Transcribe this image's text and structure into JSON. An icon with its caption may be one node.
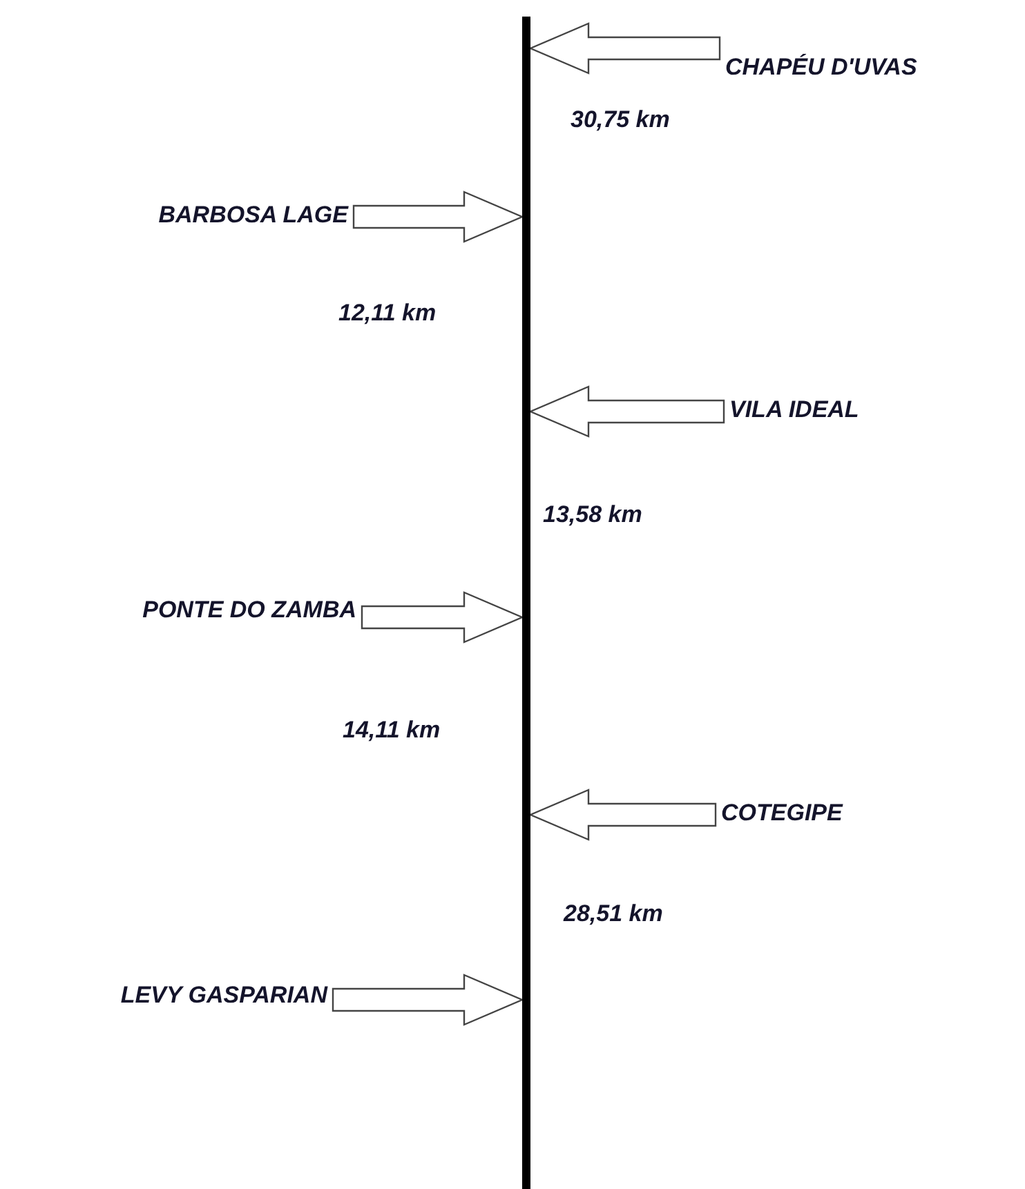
{
  "diagram": {
    "nodes": [
      {
        "text": [],
        "shape": "bar"
      },
      {
        "text": [
          "CHAPÉU D'UVAS"
        ]
      },
      {
        "text": [
          "BARBOSA LAGE"
        ]
      },
      {
        "text": [
          "VILA IDEAL"
        ]
      },
      {
        "text": [
          "PONTE DO ZAMBA"
        ]
      },
      {
        "text": [
          "COTEGIPE"
        ]
      },
      {
        "text": [
          "LEVY GASPARIAN"
        ]
      }
    ],
    "edges": [
      {
        "from": 1,
        "to": 0,
        "arrow": "to"
      },
      {
        "from": 2,
        "to": 0,
        "arrow": "to"
      },
      {
        "from": 3,
        "to": 0,
        "arrow": "to"
      },
      {
        "from": 4,
        "to": 0,
        "arrow": "to"
      },
      {
        "from": 5,
        "to": 0,
        "arrow": "to"
      },
      {
        "from": 6,
        "to": 0,
        "arrow": "to"
      }
    ],
    "labels": [
      "30,75 km",
      "12,11 km",
      "13,58 km",
      "14,11 km",
      "28,51 km"
    ]
  }
}
